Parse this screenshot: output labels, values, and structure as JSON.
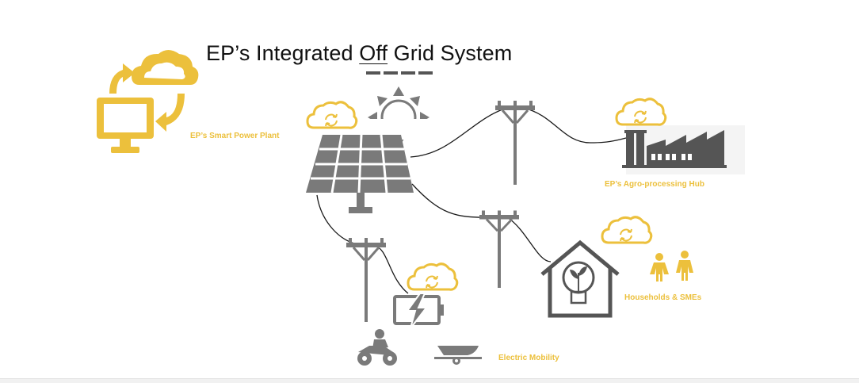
{
  "title": {
    "prefix": "EP’s Integrated ",
    "underlined": "Off",
    "suffix": " Grid System"
  },
  "labels": {
    "smart_power_plant": "EP’s Smart Power Plant",
    "agro_hub": "EP’s Agro-processing Hub",
    "households": "Households & SMEs",
    "mobility": "Electric Mobility"
  },
  "colors": {
    "accent": "#ecc03c",
    "icon_gray": "#7a7a7a",
    "dark_gray": "#555555",
    "wire": "#1a1a1a"
  },
  "icons": [
    "computer-monitor-icon",
    "cloud-icon",
    "sync-arrows-icon",
    "sun-icon",
    "solar-panel-icon",
    "utility-pole-icon",
    "factory-icon",
    "house-bulb-icon",
    "people-icon",
    "battery-charge-icon",
    "motorbike-icon",
    "boat-trailer-icon"
  ]
}
